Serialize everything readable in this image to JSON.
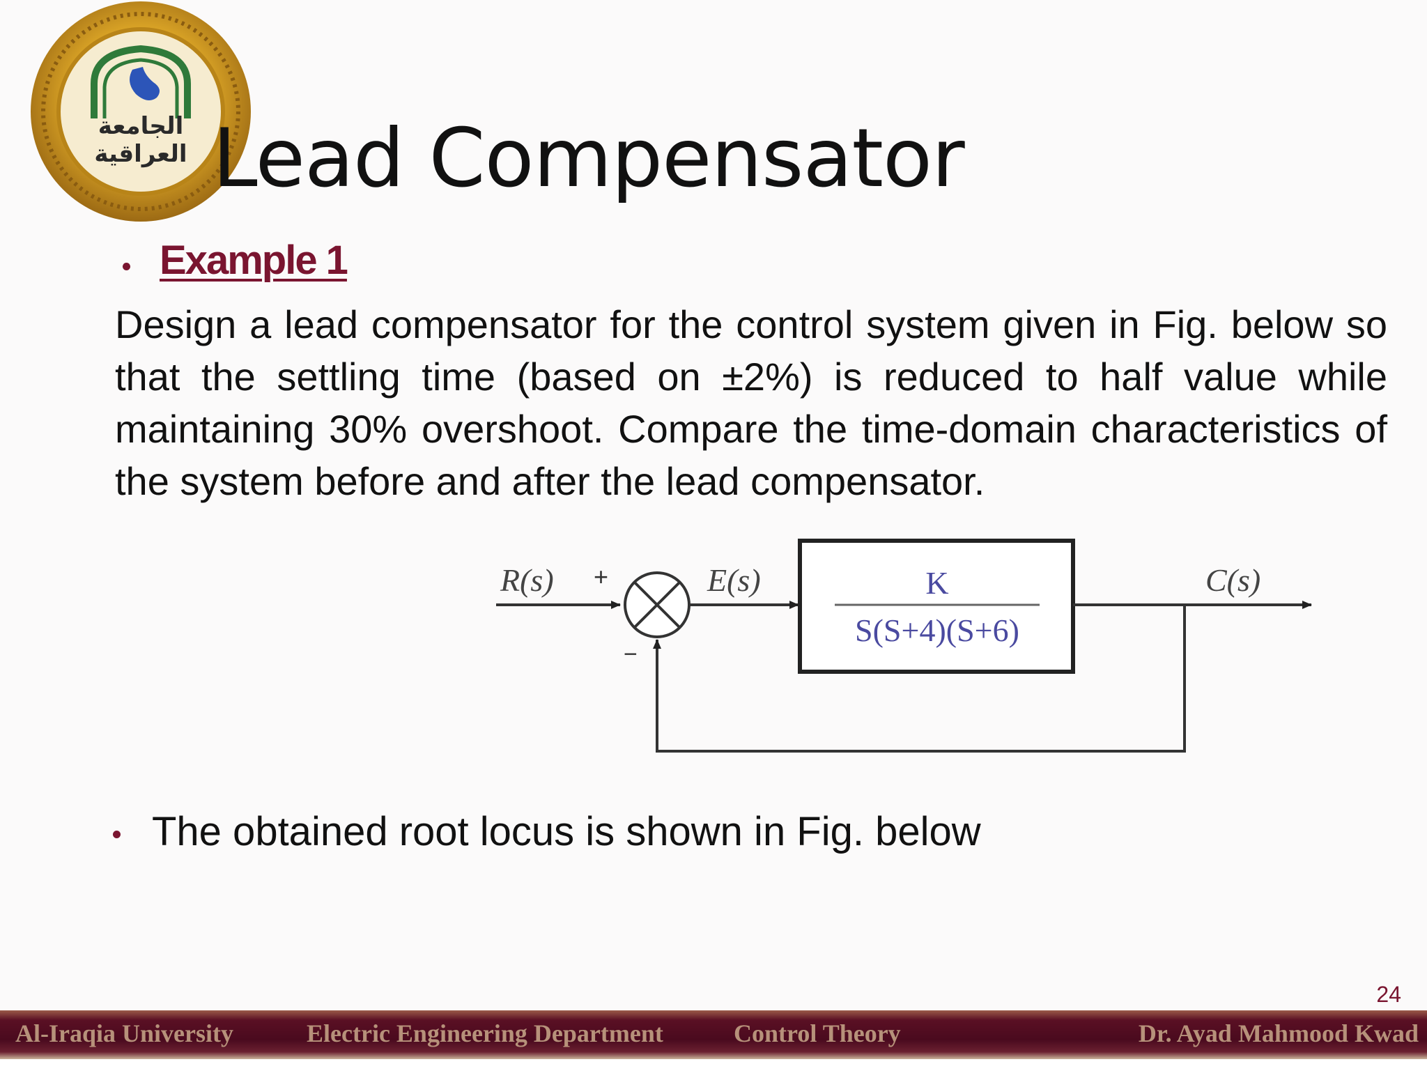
{
  "slide": {
    "title": "Lead Compensator",
    "example_heading": "Example 1",
    "body": "Design a lead compensator for the control system given in Fig. below so that the settling time (based on ±2%) is reduced to half value while maintaining 30% overshoot. Compare the time-domain characteristics of the system before and after the lead compensator.",
    "bullet_text": "The obtained root locus is shown in Fig. below",
    "page_number": "24"
  },
  "logo": {
    "text_line1": "الجامعة",
    "text_line2": "العراقية"
  },
  "diagram": {
    "input_label": "R(s)",
    "plus_sign": "+",
    "minus_sign": "−",
    "error_label": "E(s)",
    "tf_numerator": "K",
    "tf_denominator": "S(S+4)(S+6)",
    "output_label": "C(s)"
  },
  "footer": {
    "university": "Al-Iraqia University",
    "department": "Electric Engineering Department",
    "course": "Control Theory",
    "author": "Dr. Ayad Mahmood Kwad"
  },
  "colors": {
    "accent": "#7a1530",
    "footer_bg": "#4a0a1e",
    "footer_text": "#c9a98a",
    "tf_text": "#4a4aa0",
    "logo_gold": "#d9a326"
  }
}
